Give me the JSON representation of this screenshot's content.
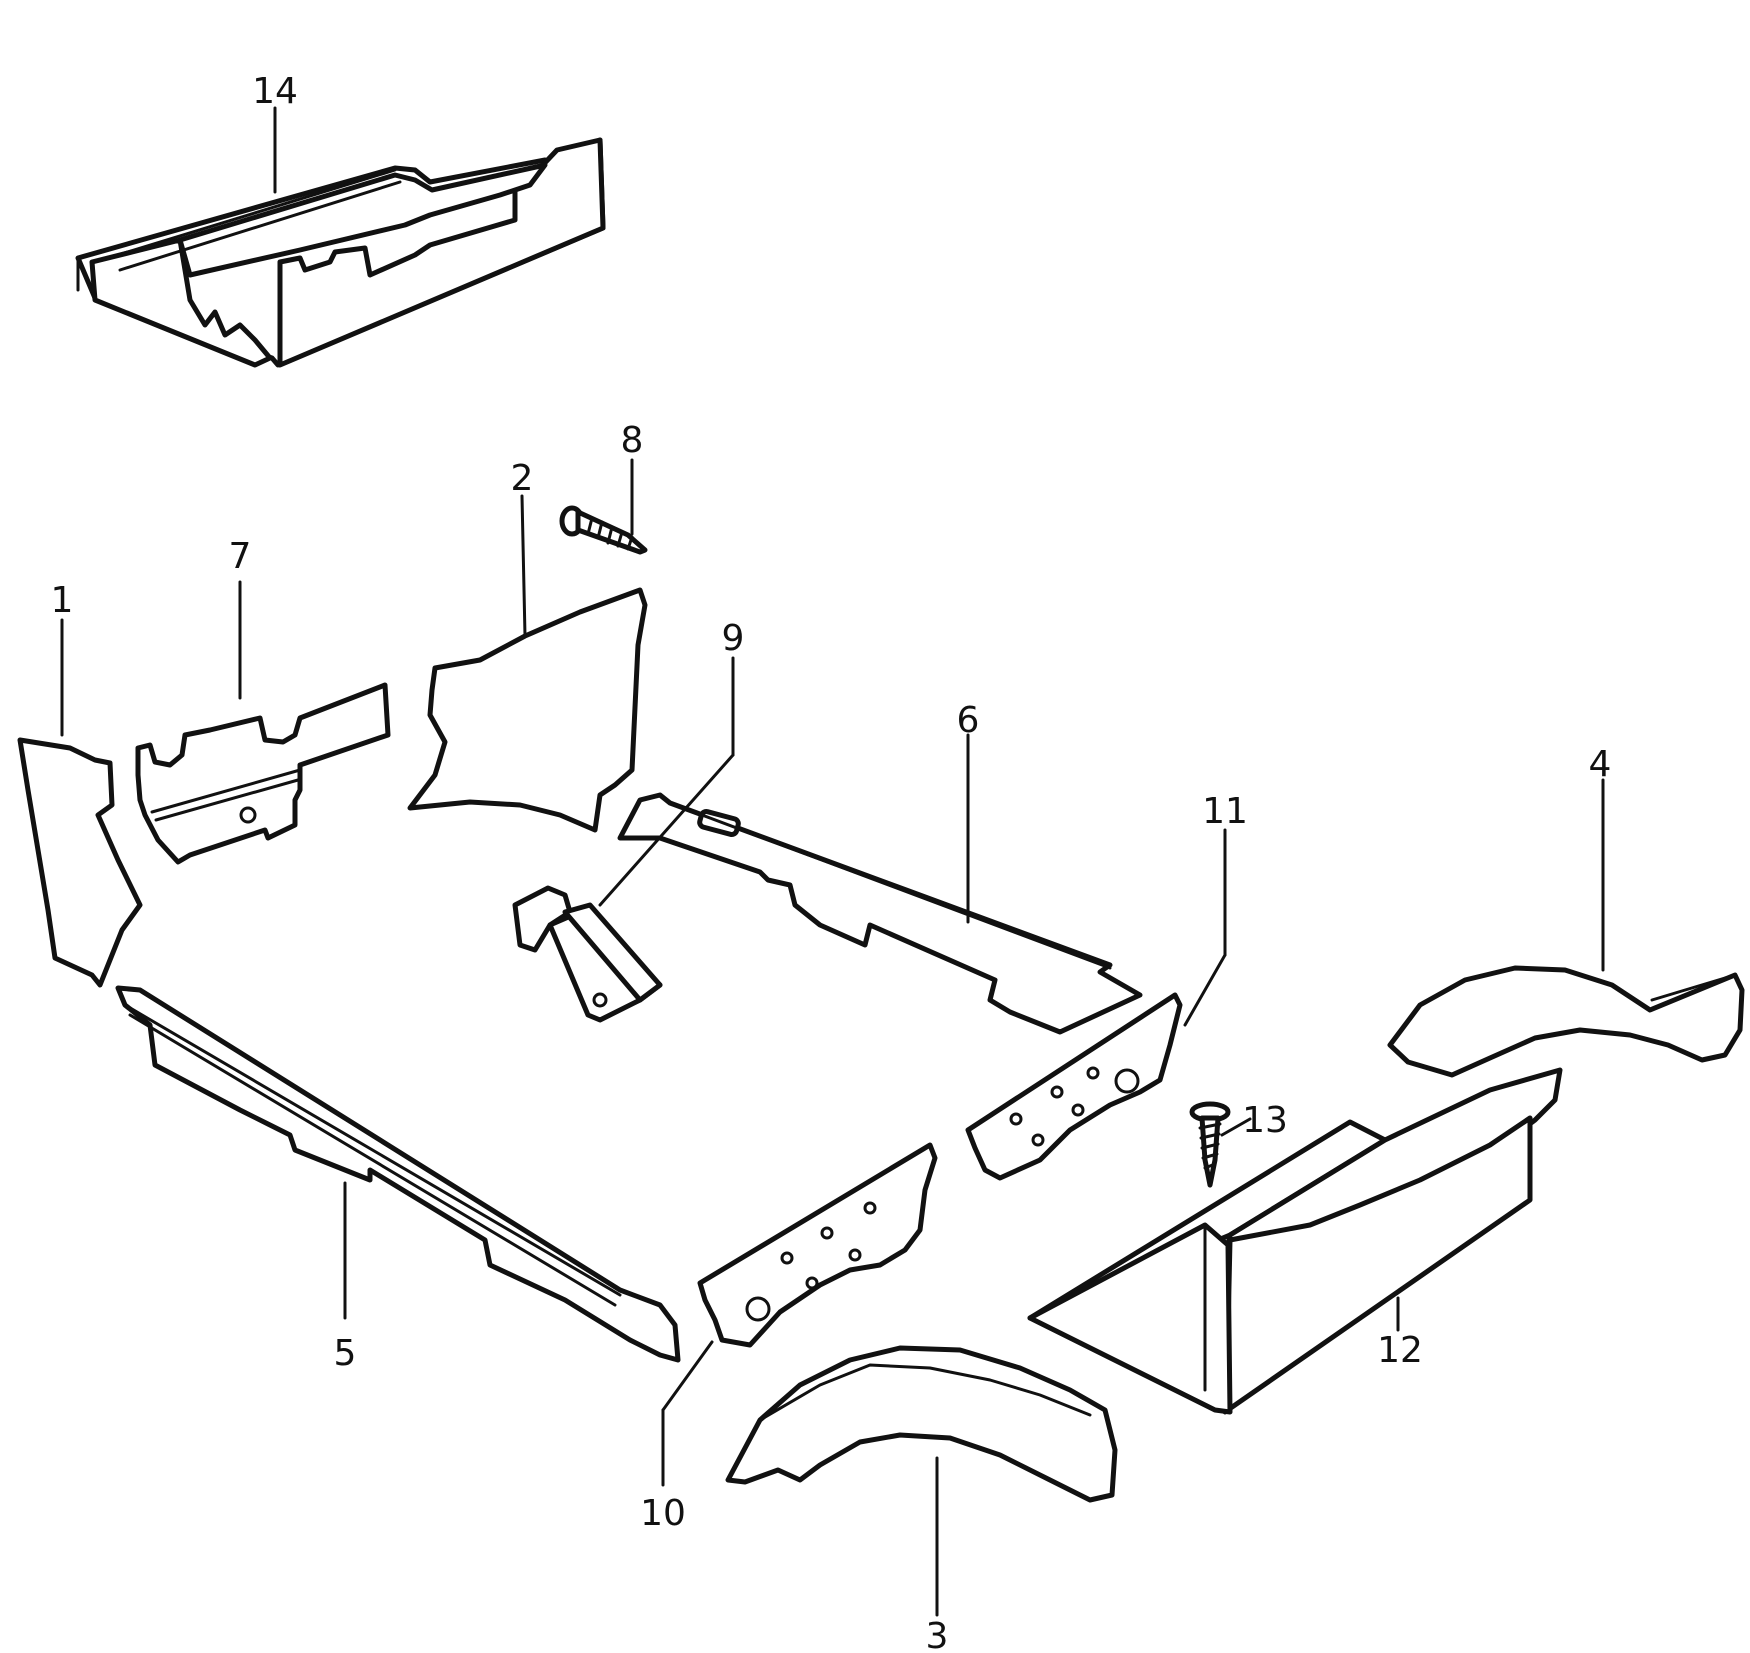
{
  "diagram": {
    "colors": {
      "ink": "#111111",
      "paper": "#ffffff"
    },
    "parts": [
      {
        "id": "p1",
        "label": "1"
      },
      {
        "id": "p2",
        "label": "2"
      },
      {
        "id": "p3",
        "label": "3"
      },
      {
        "id": "p4",
        "label": "4"
      },
      {
        "id": "p5",
        "label": "5"
      },
      {
        "id": "p6",
        "label": "6"
      },
      {
        "id": "p7",
        "label": "7"
      },
      {
        "id": "p8",
        "label": "8"
      },
      {
        "id": "p9",
        "label": "9"
      },
      {
        "id": "p10",
        "label": "10"
      },
      {
        "id": "p11",
        "label": "11"
      },
      {
        "id": "p12",
        "label": "12"
      },
      {
        "id": "p13",
        "label": "13"
      },
      {
        "id": "p14",
        "label": "14"
      }
    ]
  }
}
